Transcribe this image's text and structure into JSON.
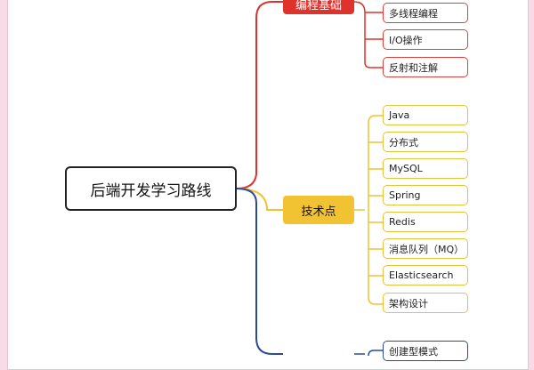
{
  "root": {
    "label": "后端开发学习路线"
  },
  "categories": [
    {
      "label": "编程基础",
      "color": "#e0322d"
    },
    {
      "label": "技术点",
      "color": "#f1c232"
    }
  ],
  "branches": {
    "programming_basics": [
      "多线程编程",
      "I/O操作",
      "反射和注解"
    ],
    "tech_points": [
      "Java",
      "分布式",
      "MySQL",
      "Spring",
      "Redis",
      "消息队列（MQ）",
      "Elasticsearch",
      "架构设计"
    ],
    "design_patterns": [
      "创建型模式"
    ]
  },
  "colors": {
    "red": "#e0322d",
    "yellow": "#f1c232",
    "blue": "#2b4a9a",
    "background": "#f7dbe6"
  }
}
